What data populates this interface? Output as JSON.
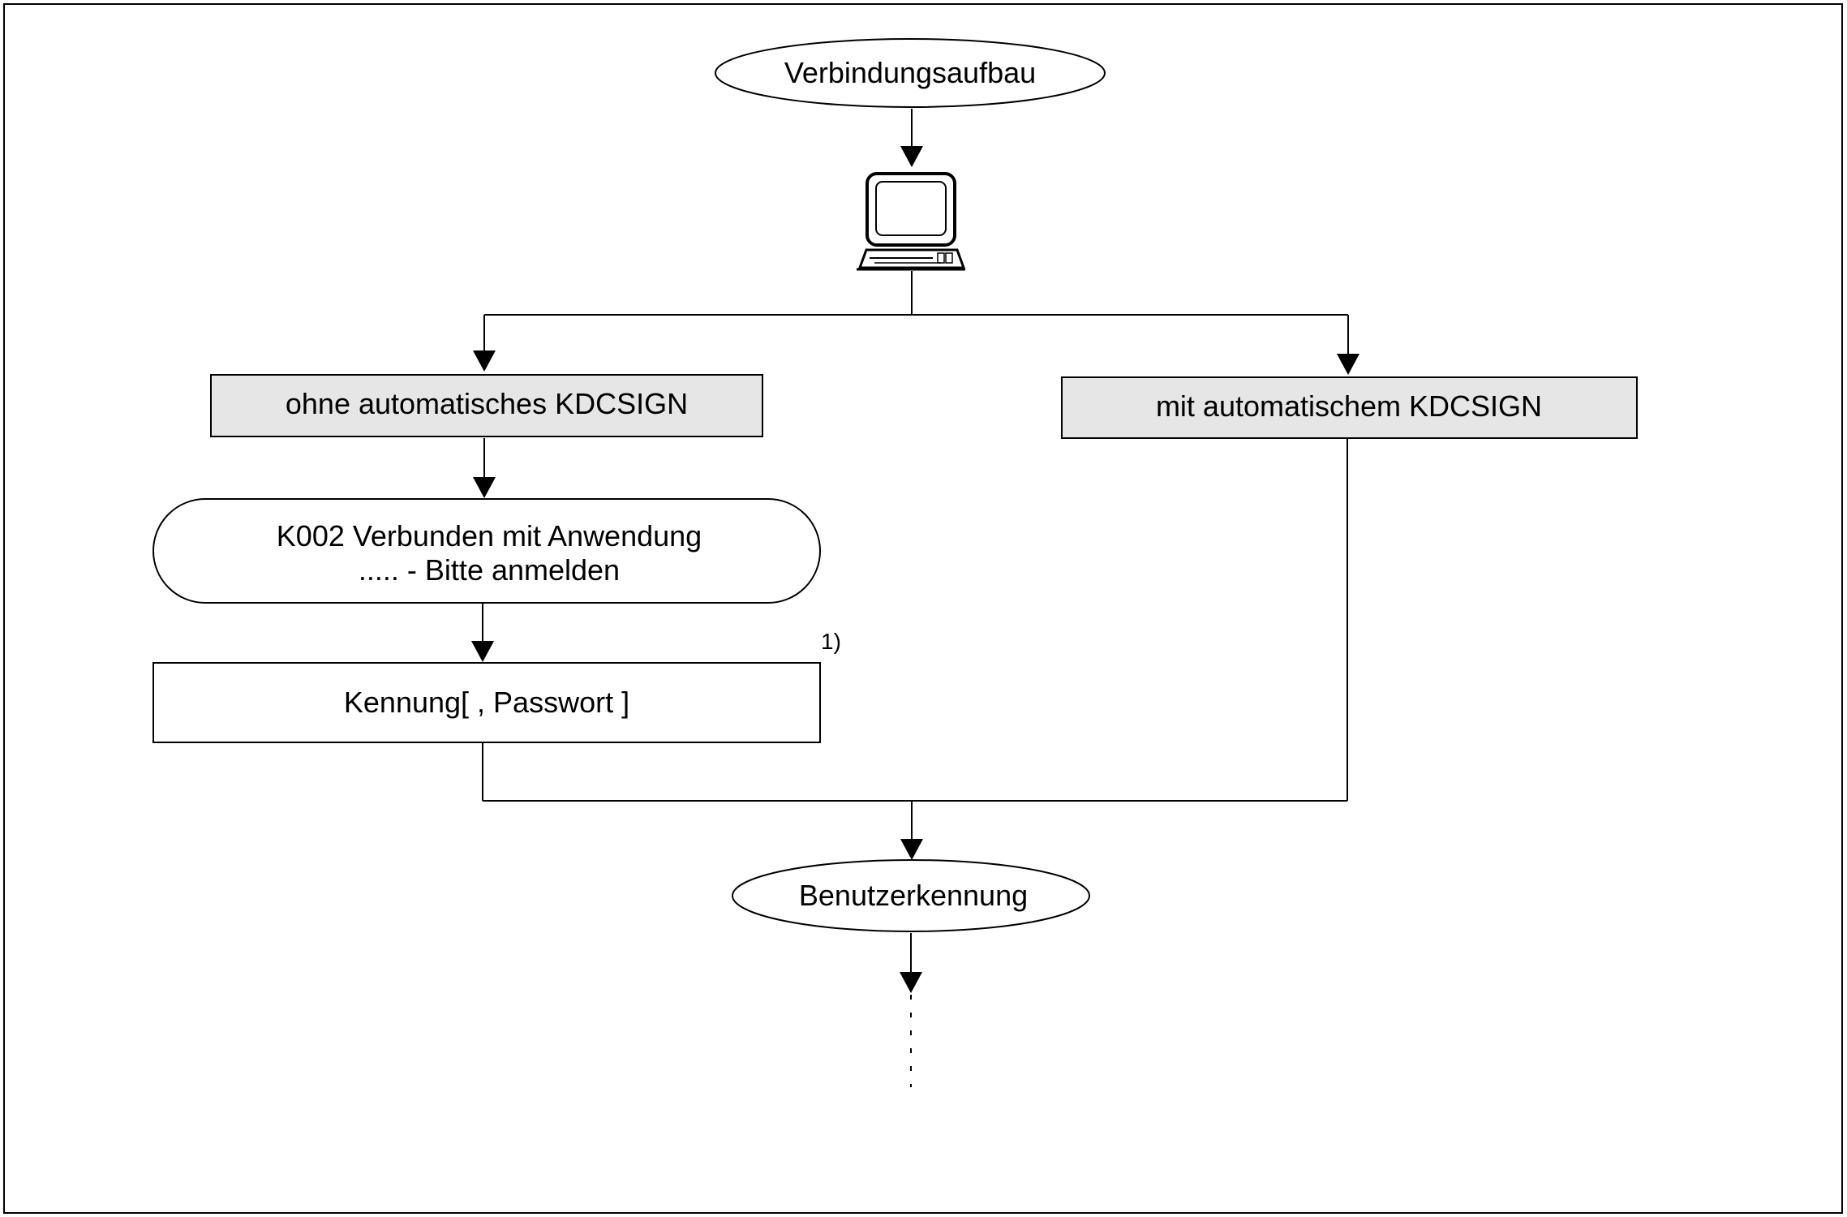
{
  "diagram": {
    "start_label": "Verbindungsaufbau",
    "terminal_icon": "computer-terminal-icon",
    "branch_left_label": "ohne automatisches KDCSIGN",
    "branch_right_label": "mit automatischem KDCSIGN",
    "message_line1": "K002 Verbunden mit Anwendung",
    "message_line2": "..... - Bitte anmelden",
    "input_label": "Kennung[ , Passwort ]",
    "footnote_marker": "1)",
    "end_label": "Benutzerkennung",
    "colors": {
      "box_fill_gray": "#e6e6e6",
      "stroke": "#000000"
    }
  }
}
